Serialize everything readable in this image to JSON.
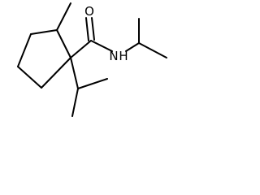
{
  "molecule": {
    "atoms": {
      "oxygen": "O",
      "amide_nitrogen": "N",
      "amide_hydrogen": "H"
    }
  }
}
